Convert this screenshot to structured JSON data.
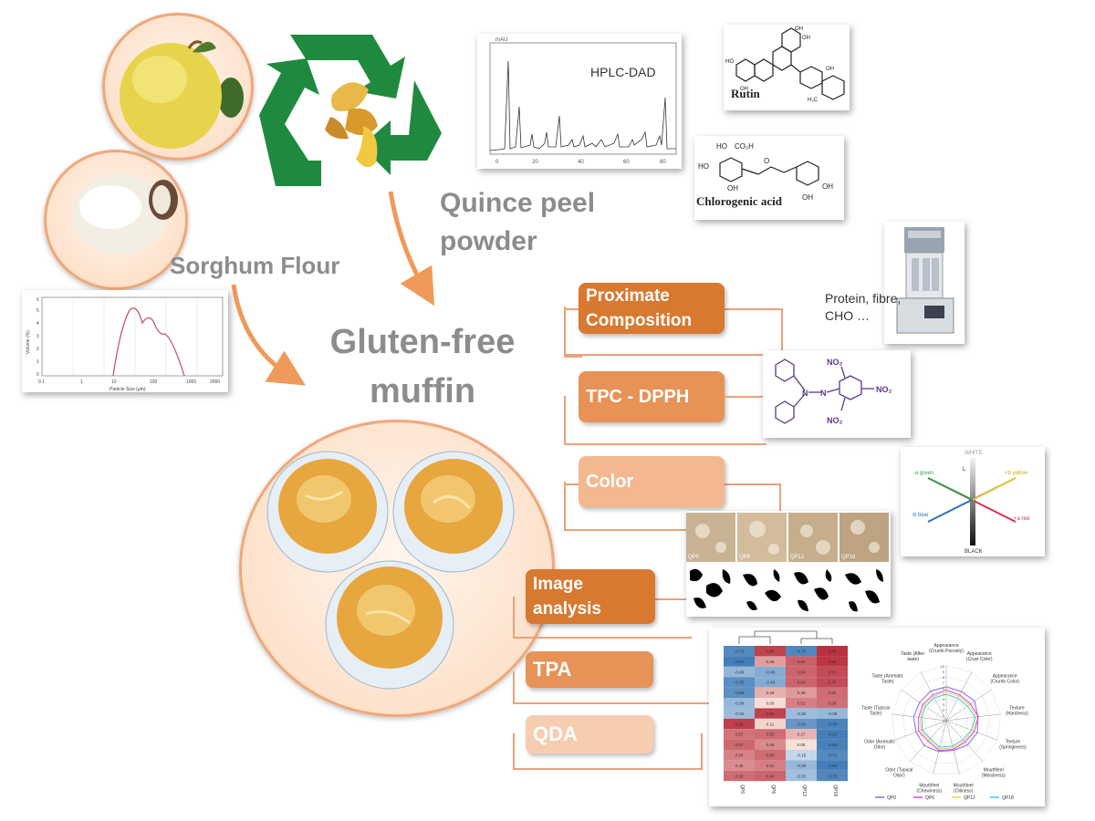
{
  "labels": {
    "quince_peel": "Quince peel\npowder",
    "sorghum": "Sorghum Flour",
    "muffin": "Gluten-free\nmuffin",
    "hplc": "HPLC-DAD",
    "rutin": "Rutin",
    "chlorogenic": "Chlorogenic acid",
    "protein": "Protein, fibre,\nCHO …",
    "no2": "NO₂"
  },
  "analyses": [
    {
      "label": "Proximate\nComposition"
    },
    {
      "label": "TPC - DPPH"
    },
    {
      "label": "Color"
    },
    {
      "label": "Image\nanalysis"
    },
    {
      "label": "TPA"
    },
    {
      "label": "QDA"
    }
  ],
  "psd_axis": {
    "xlabel": "Particle Size (µm)",
    "ylabel": "Volume (%)",
    "xticks": [
      "0.1",
      "1",
      "10",
      "100",
      "1000",
      "2000"
    ],
    "yticks": [
      "0",
      "1",
      "2",
      "3",
      "4",
      "5",
      "6"
    ]
  },
  "color_space": {
    "white": "WHITE",
    "black": "BLACK",
    "green": "-a green",
    "yellow": "+b yellow",
    "blue": "-b blue",
    "red": "+a red",
    "l": "L"
  },
  "image_codes": [
    "QP0",
    "QP6",
    "QP12",
    "QP18"
  ],
  "radar": {
    "axes": [
      "Appearance\n(Crumb Porosity)",
      "Appearance\n(Crust Color)",
      "Appearance\n(Crumb Color)",
      "Texture\n(Hardness)",
      "Texture\n(Springiness)",
      "Mouthfeel\n(Moistness)",
      "Mouthfeel\n(Oiliness)",
      "Mouthfeel\n(Chewiness)",
      "Odor (Typical\nOdor)",
      "Odor (Aromatic\nOdor)",
      "Taste (Typical\nTaste)",
      "Taste (Aromatic\nTaste)",
      "Taste (After-\ntaste)"
    ],
    "ticks": [
      "10",
      "9",
      "8",
      "7",
      "6",
      "5",
      "4",
      "3",
      "2",
      "1",
      "0"
    ],
    "legend": [
      "QP0",
      "QP6",
      "QP12",
      "QP18"
    ],
    "colors": [
      "#8a6fd0",
      "#e040e0",
      "#e8d84a",
      "#40c8e8"
    ]
  },
  "heatmap_values": [
    [
      "-0.73",
      "0.80",
      "-0.75",
      "0.88"
    ],
    [
      "-0.82",
      "0.36",
      "0.66",
      "0.86"
    ],
    [
      "-0.40",
      "-0.48",
      "0.64",
      "0.76"
    ],
    [
      "-0.70",
      "-0.48",
      "0.64",
      "0.76"
    ],
    [
      "-0.69",
      "0.28",
      "0.38",
      "0.60"
    ],
    [
      "-0.38",
      "0.06",
      "0.51",
      "0.58"
    ],
    [
      "-0.36",
      "0.80",
      "-0.35",
      "-0.38"
    ],
    [
      "0.82",
      "0.11",
      "-0.63",
      "-0.78"
    ],
    [
      "0.57",
      "0.60",
      "0.27",
      "-0.82"
    ],
    [
      "0.62",
      "0.46",
      "0.05",
      "-0.80"
    ],
    [
      "0.50",
      "0.60",
      "-0.15",
      "-0.73"
    ],
    [
      "0.45",
      "0.51",
      "-0.38",
      "-0.82"
    ],
    [
      "0.60",
      "0.64",
      "-0.33",
      "-0.75"
    ]
  ],
  "heatmap_cols": [
    "QP0",
    "QP6",
    "QP12",
    "QP18"
  ]
}
